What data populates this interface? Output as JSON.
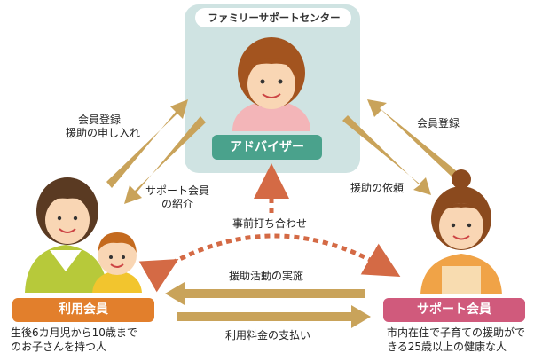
{
  "center": {
    "title": "ファミリーサポートセンター",
    "advisor_label": "アドバイザー"
  },
  "user_member": {
    "label": "利用会員",
    "description_line1": "生後6カ月児から10歳まで",
    "description_line2": "のお子さんを持つ人"
  },
  "support_member": {
    "label": "サポート会員",
    "description_line1": "市内在住で子育ての援助がで",
    "description_line2": "きる25歳以上の健康な人"
  },
  "arrows": {
    "user_to_center_line1": "会員登録",
    "user_to_center_line2": "援助の申し入れ",
    "center_to_user_line1": "サポート会員",
    "center_to_user_line2": "の紹介",
    "support_to_center": "会員登録",
    "center_to_support": "援助の依頼",
    "pre_meeting": "事前打ち合わせ",
    "support_activity": "援助活動の実施",
    "fee_payment": "利用料金の支払い"
  },
  "colors": {
    "center_box": "#cfe3e2",
    "advisor_badge": "#4aa28c",
    "user_badge": "#e27f2c",
    "support_badge": "#d05a7c",
    "arrow": "#c9a35a",
    "dotted_arrow": "#d46a45"
  }
}
